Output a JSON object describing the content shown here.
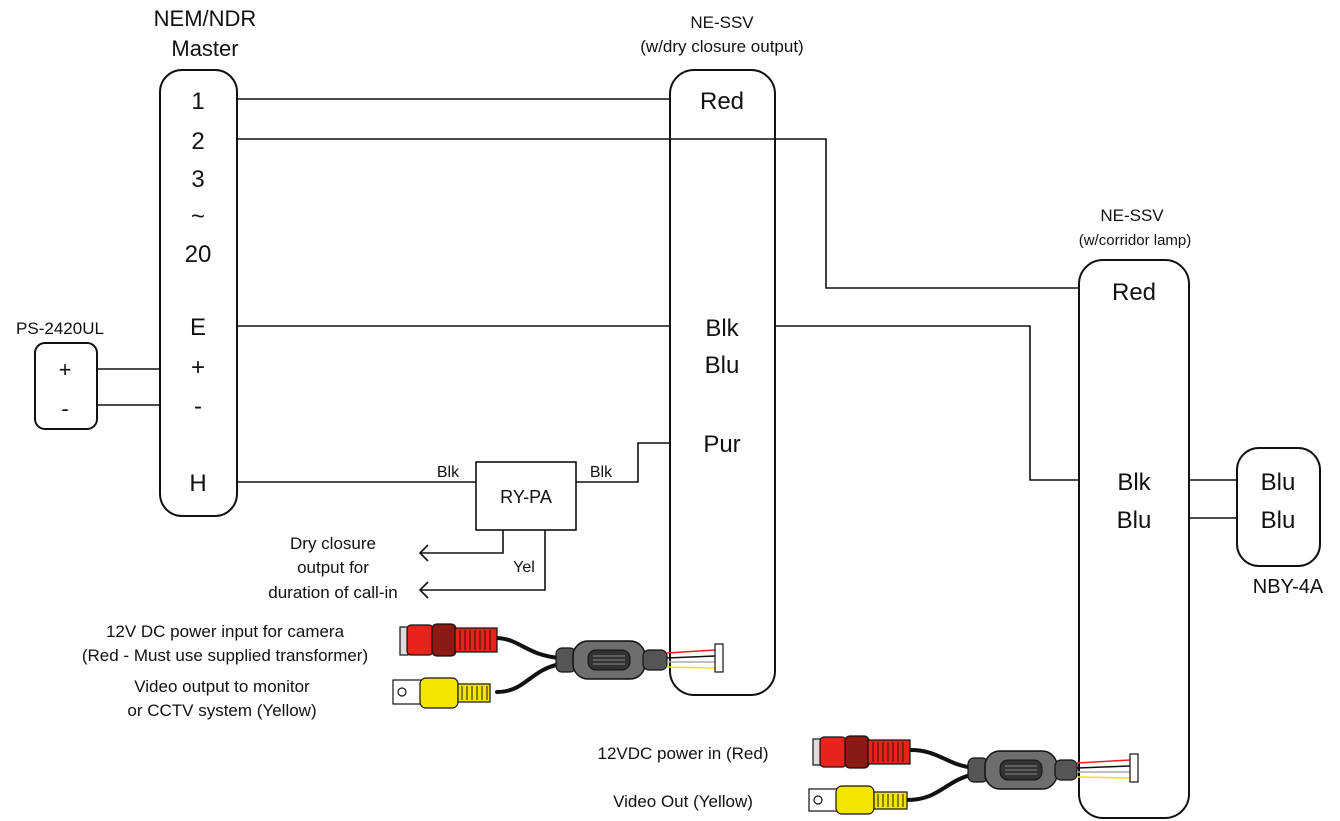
{
  "master": {
    "title_line1": "NEM/NDR",
    "title_line2": "Master",
    "terminals": [
      "1",
      "2",
      "3",
      "~",
      "20",
      "E",
      "+",
      "-",
      "H"
    ]
  },
  "power_supply": {
    "name": "PS-2420UL",
    "terminals": [
      "+",
      "-"
    ]
  },
  "station_dry": {
    "name": "NE-SSV",
    "note": "(w/dry closure output)",
    "wires": {
      "red": "Red",
      "blk": "Blk",
      "blu": "Blu",
      "pur": "Pur"
    }
  },
  "station_lamp": {
    "name": "NE-SSV",
    "note": "(w/corridor lamp)",
    "wires": {
      "red": "Red",
      "blk": "Blk",
      "blu": "Blu"
    }
  },
  "relay": {
    "name": "RY-PA",
    "in_label": "Blk",
    "out_label": "Blk",
    "yel_label": "Yel",
    "output_note": [
      "Dry closure",
      "output for",
      "duration of call-in"
    ]
  },
  "lamp": {
    "name": "NBY-4A",
    "wires": [
      "Blu",
      "Blu"
    ]
  },
  "camera_cable_1": {
    "power_label": [
      "12V DC power input for camera",
      "(Red - Must use supplied transformer)"
    ],
    "video_label": [
      "Video output to monitor",
      "or CCTV system (Yellow)"
    ]
  },
  "camera_cable_2": {
    "power_label": "12VDC power in (Red)",
    "video_label": "Video Out (Yellow)"
  },
  "colors": {
    "line": "#111111",
    "red_plug": "#e8231b",
    "yellow_plug": "#f2e600",
    "dark_red": "#8b1a14",
    "gray_body": "#6e6e6e"
  }
}
